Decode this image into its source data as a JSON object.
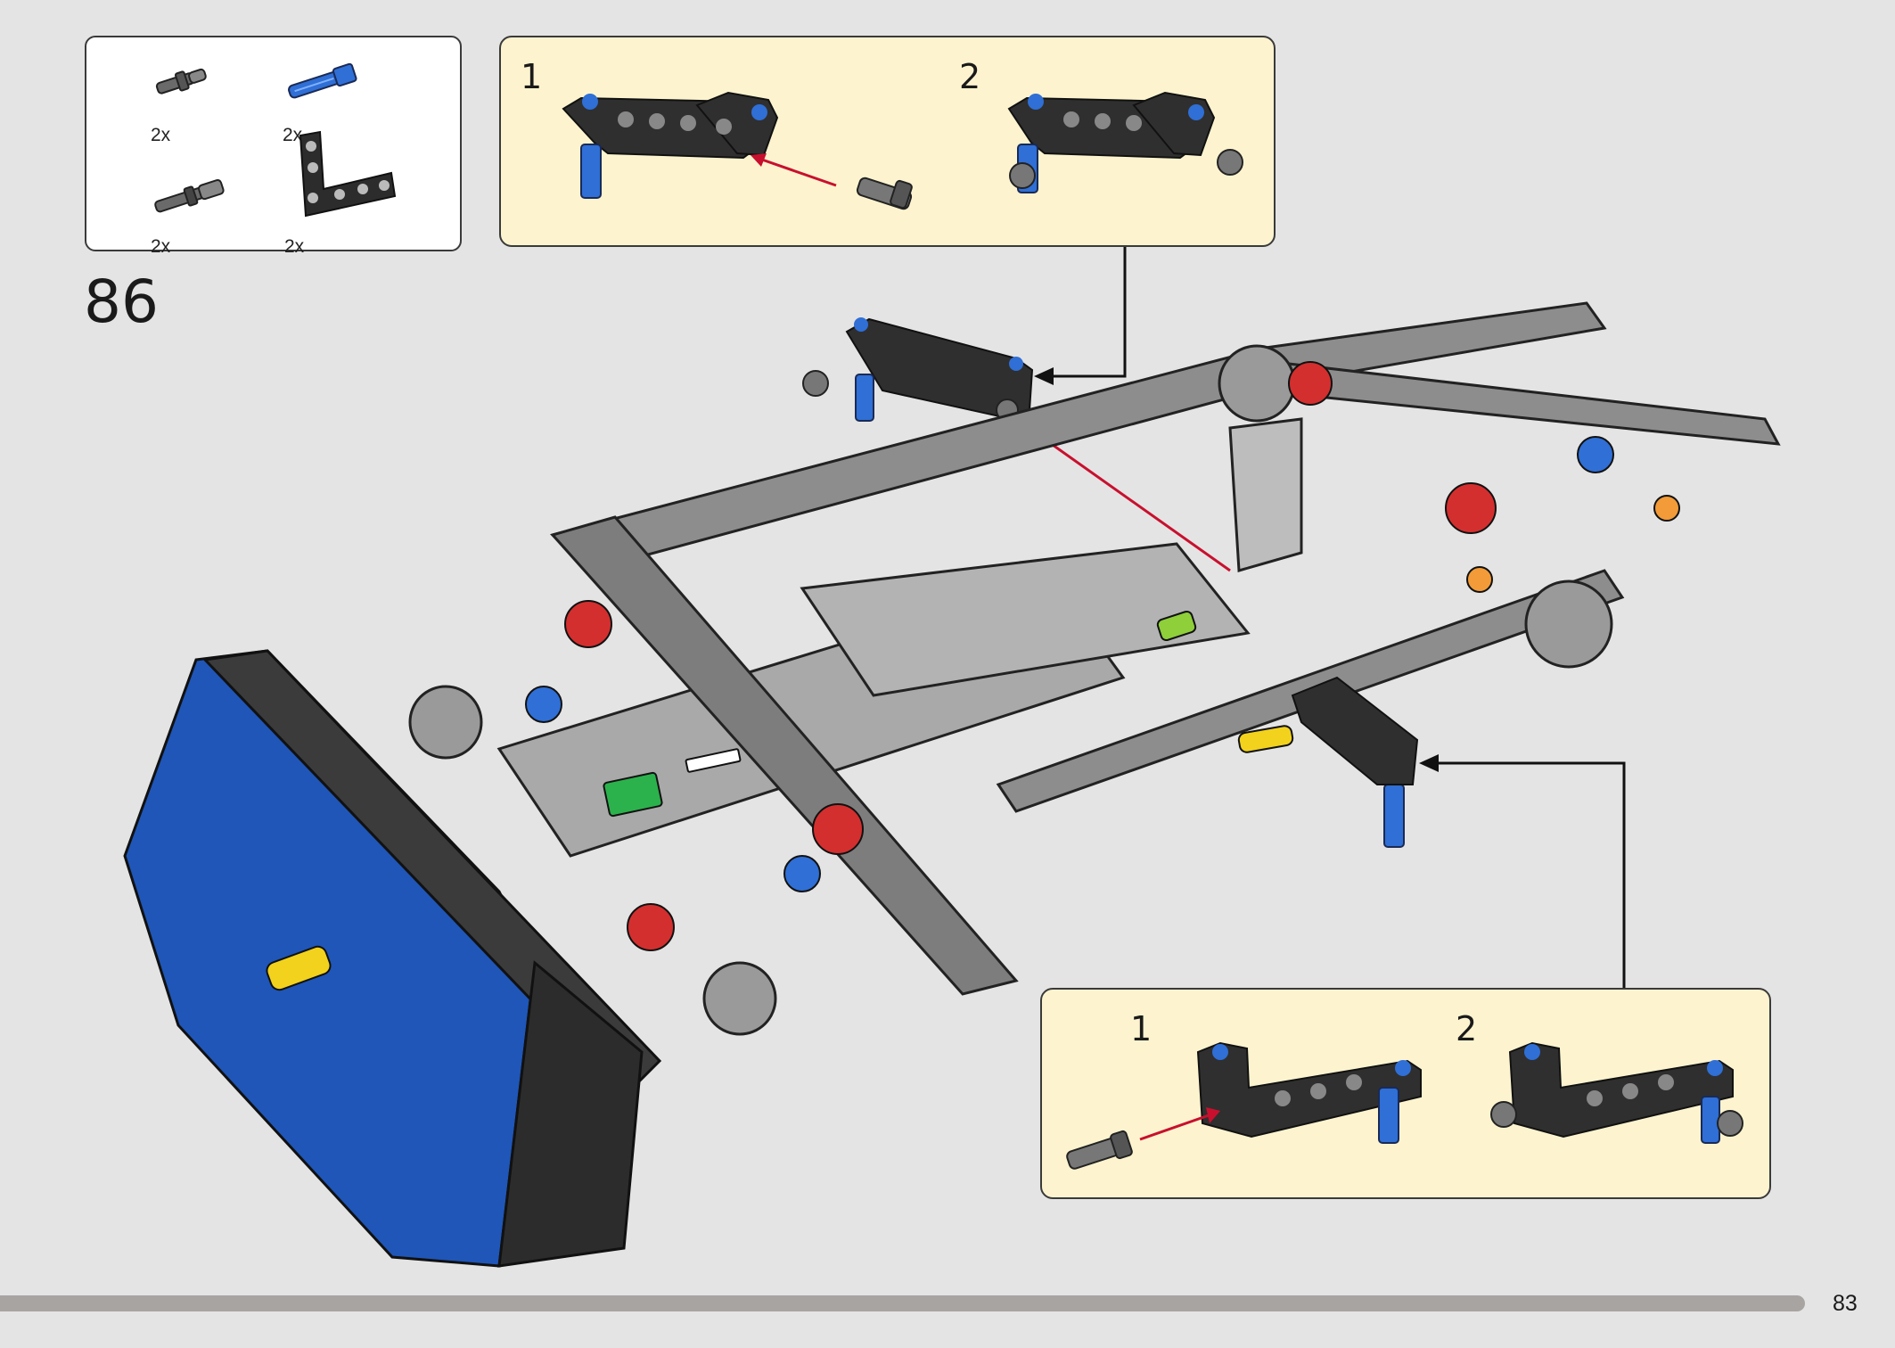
{
  "step": {
    "number": "86"
  },
  "parts_list": {
    "items": [
      {
        "qty": "2x",
        "icon": "friction-pin-with-bushing-icon",
        "color": "#5a5a5a"
      },
      {
        "qty": "2x",
        "icon": "axle-pin-blue-icon",
        "color": "#2f6fd6"
      },
      {
        "qty": "2x",
        "icon": "long-pin-with-bushing-icon",
        "color": "#5a5a5a"
      },
      {
        "qty": "2x",
        "icon": "angled-beam-black-icon",
        "color": "#2c2c2c"
      }
    ]
  },
  "callout_top": {
    "substeps": [
      {
        "label": "1"
      },
      {
        "label": "2"
      }
    ]
  },
  "callout_bottom": {
    "substeps": [
      {
        "label": "1"
      },
      {
        "label": "2"
      }
    ]
  },
  "page": {
    "number": "83"
  },
  "colors": {
    "background": "#e4e4e4",
    "callout_background": "#fdf4cf",
    "arrow_red": "#c8102e",
    "footer_bar": "#a7a4a2"
  }
}
